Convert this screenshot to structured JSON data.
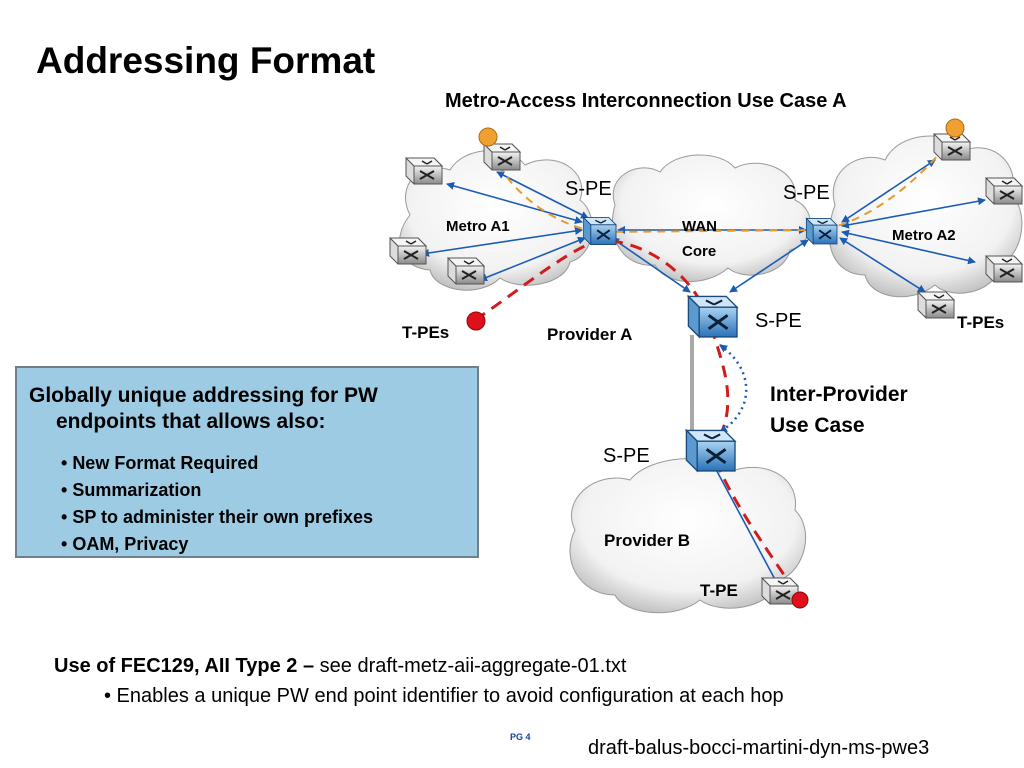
{
  "slide": {
    "title": "Addressing Format",
    "page_number": "PG 4",
    "footer": "draft-balus-bocci-martini-dyn-ms-pwe3"
  },
  "diagram": {
    "use_case_a_title": "Metro-Access Interconnection Use Case A",
    "spe_label": "S-PE",
    "metro_a1": "Metro A1",
    "metro_a2": "Metro A2",
    "wan_core_line1": "WAN",
    "wan_core_line2": "Core",
    "tpes_label": "T-PEs",
    "tpe_label": "T-PE",
    "provider_a": "Provider A",
    "provider_b": "Provider B",
    "inter_provider_line1": "Inter-Provider",
    "inter_provider_line2": "Use Case",
    "colors": {
      "link_blue": "#1a5bb5",
      "pw_orange": "#e89a2c",
      "pw_red": "#d11c1c",
      "endpoint_orange": "#f0a030",
      "endpoint_red": "#e0101a"
    }
  },
  "infobox": {
    "heading_line1": "Globally unique addressing for PW",
    "heading_line2": "endpoints that allows also:",
    "bullets": [
      "New Format Required",
      "Summarization",
      "SP to administer their own prefixes",
      "OAM, Privacy"
    ]
  },
  "bottom": {
    "line1_bold": "Use of FEC129, AII Type 2 –",
    "line1_rest": " see draft-metz-aii-aggregate-01.txt",
    "line2": "• Enables a unique PW end point identifier to avoid configuration at each hop"
  }
}
